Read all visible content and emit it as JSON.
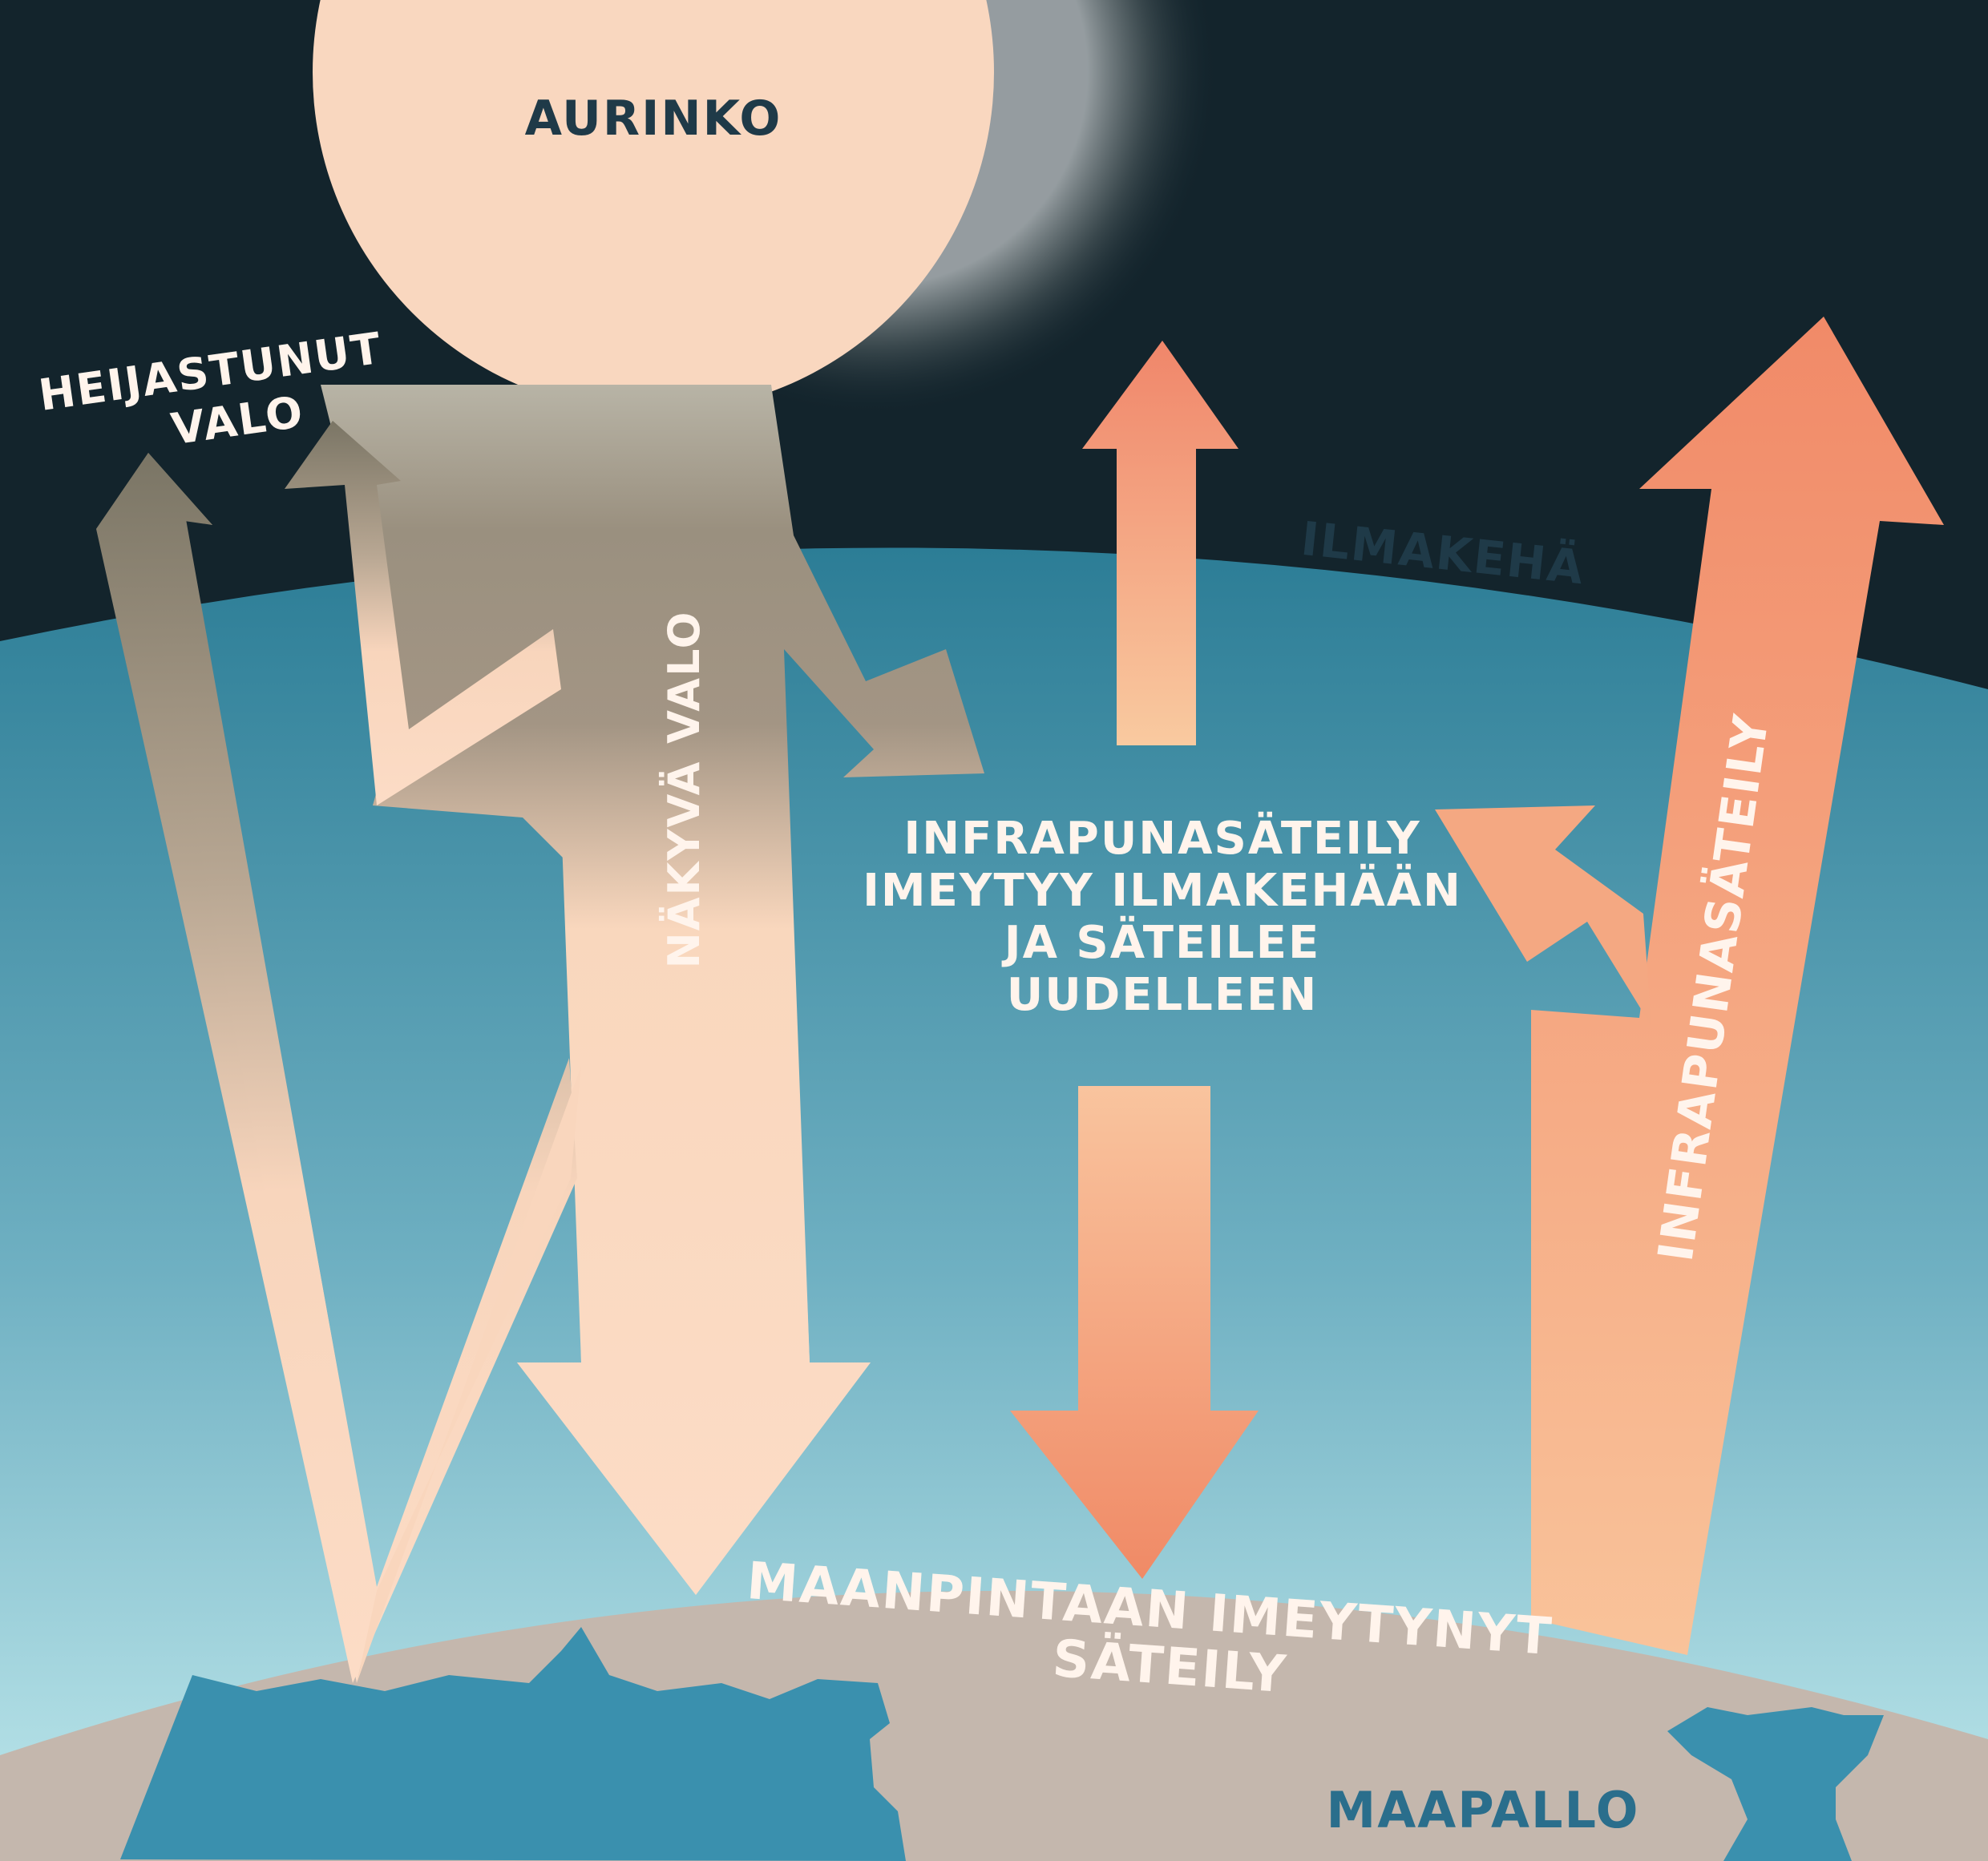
{
  "labels": {
    "sun": "AURINKO",
    "reflected_line1": "HEIJASTUNUT",
    "reflected_line2": "VALO",
    "visible_light": "NÄKYVÄ VALO",
    "atmosphere": "ILMAKEHÄ",
    "absorbed_line1": "INFRAPUNASÄTEILY",
    "absorbed_line2": "IMEYTYY ILMAKEHÄÄN",
    "absorbed_line3": "JA SÄTEILEE",
    "absorbed_line4": "UUDELLEEN",
    "infrared": "INFRAPUNASÄTEILY",
    "surface_line1": "MAANPINTAAN IMEYTYNYT",
    "surface_line2": "SÄTEILY",
    "earth": "MAAPALLO"
  },
  "colors": {
    "space": "#13242c",
    "atmosphere_top": "#2e7e96",
    "atmosphere_bottom": "#b8e6ea",
    "sun": "#f9d7bf",
    "ground": "#c4b7ad",
    "ocean": "#3a90ae",
    "gray_arrow": "#968d7e",
    "peach_arrow": "#fbd6bb",
    "orange_arrow": "#f08c69",
    "dark_text": "#1f3a48",
    "light_text": "#fff4ec"
  }
}
